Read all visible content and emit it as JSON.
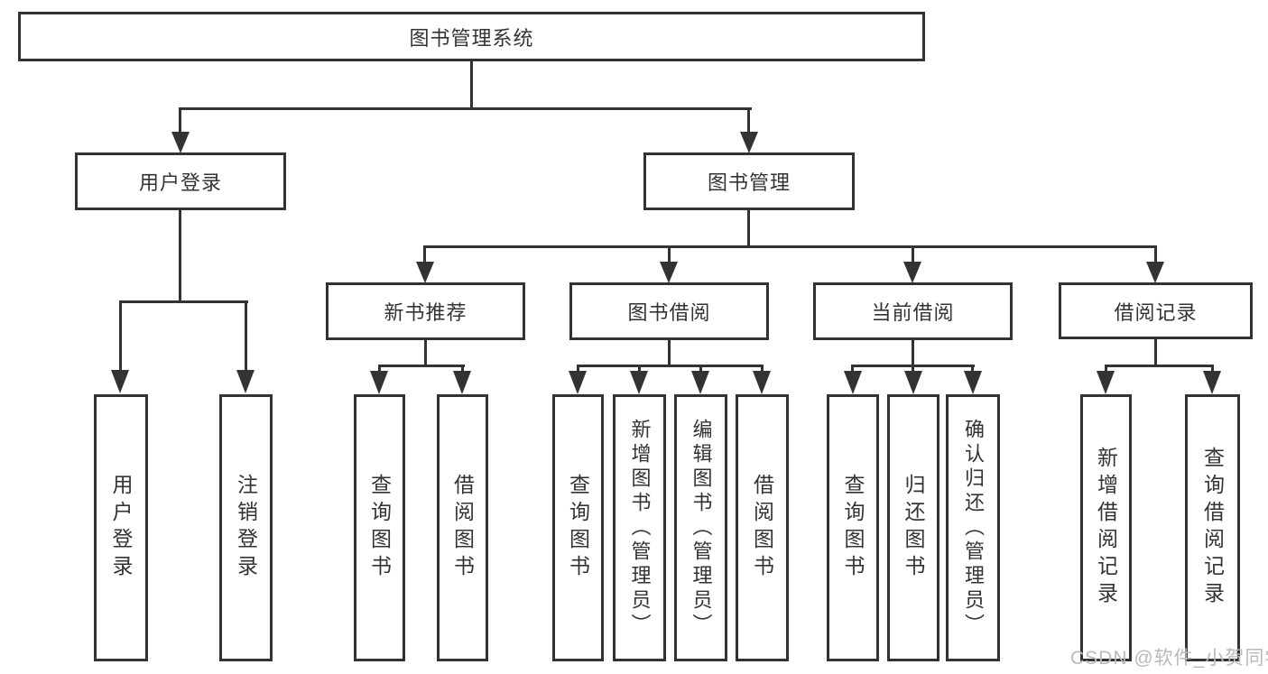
{
  "diagram": {
    "title": "图书管理系统",
    "nodes": {
      "root": "图书管理系统",
      "user_login": "用户登录",
      "book_mgmt": "图书管理",
      "new_book_rec": "新书推荐",
      "book_borrow": "图书借阅",
      "current_borrow": "当前借阅",
      "borrow_records": "借阅记录",
      "user_leaf_1": "用户登录",
      "user_leaf_2": "注销登录",
      "rec_leaf_1": "查询图书",
      "rec_leaf_2": "借阅图书",
      "bor_leaf_1": "查询图书",
      "bor_leaf_2": "新增图书（管理员）",
      "bor_leaf_3": "编辑图书（管理员）",
      "bor_leaf_4": "借阅图书",
      "cur_leaf_1": "查询图书",
      "cur_leaf_2": "归还图书",
      "cur_leaf_3": "确认归还（管理员）",
      "rcd_leaf_1": "新增借阅记录",
      "rcd_leaf_2": "查询借阅记录"
    },
    "watermark": "CSDN @软件_小贺同学",
    "colors": {
      "line": "#333333",
      "text": "#333333",
      "watermark": "#b9b9b9",
      "background": "#ffffff"
    }
  }
}
